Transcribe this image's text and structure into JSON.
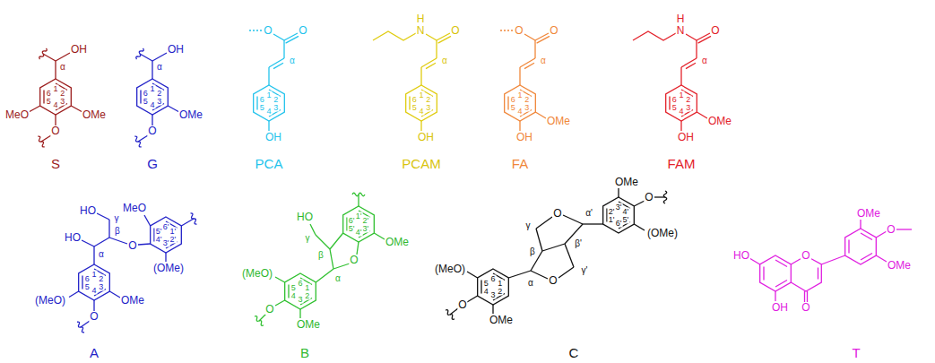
{
  "diagram": {
    "labels": [
      "OH",
      "α",
      "1",
      "2",
      "3",
      "4",
      "5",
      "6",
      "MeO",
      "OMe",
      "O",
      "S",
      "OH",
      "α",
      "1",
      "2",
      "3",
      "4",
      "5",
      "6",
      "OMe",
      "O",
      "G",
      "O",
      "O",
      "α",
      "1",
      "2",
      "3",
      "4",
      "5",
      "6",
      "OH",
      "PCA",
      "H",
      "N",
      "O",
      "α",
      "1",
      "2",
      "3",
      "4",
      "5",
      "6",
      "OH",
      "PCAM",
      "O",
      "O",
      "α",
      "1",
      "2",
      "3",
      "4",
      "5",
      "6",
      "OMe",
      "OH",
      "FA",
      "H",
      "N",
      "O",
      "α",
      "1",
      "2",
      "3",
      "4",
      "5",
      "6",
      "OMe",
      "OH",
      "FAM",
      "HO",
      "MeO",
      "γ",
      "β",
      "HO",
      "α",
      "O",
      "6'",
      "1'",
      "2'",
      "3'",
      "4'",
      "5'",
      "1",
      "2",
      "3",
      "4",
      "5",
      "6",
      "(OMe)",
      "(MeO)",
      "OMe",
      "O",
      "A",
      "HO",
      "1'",
      "2'",
      "3'",
      "4'",
      "5'",
      "6'",
      "OMe",
      "γ",
      "β",
      "O",
      "α",
      "1",
      "2",
      "3",
      "4",
      "5",
      "6",
      "(MeO)",
      "O",
      "OMe",
      "B",
      "OMe",
      "1'",
      "2'",
      "3'",
      "4'",
      "5'",
      "6'",
      "O",
      "(OMe)",
      "O",
      "γ",
      "α'",
      "β",
      "β'",
      "O",
      "α",
      "γ'",
      "(MeO)",
      "1",
      "2",
      "3",
      "4",
      "5",
      "6",
      "O",
      "OMe",
      "C",
      "OMe",
      "HO",
      "O",
      "O",
      "OMe",
      "OH",
      "O",
      "T"
    ]
  }
}
